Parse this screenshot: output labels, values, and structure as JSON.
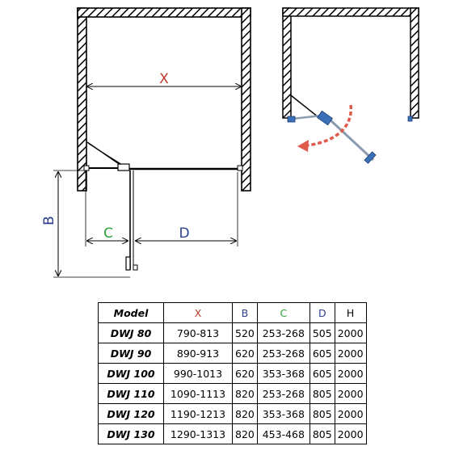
{
  "colors": {
    "x": "#c0392b",
    "b": "#2c3e8c",
    "c": "#2e9e3a",
    "d": "#2c3e8c",
    "h": "#000000",
    "arrow": "#e05a4a",
    "hinge": "#3b6fb8",
    "line": "#000000"
  },
  "diagram": {
    "label_x": "X",
    "label_b": "B",
    "label_c": "C",
    "label_d": "D"
  },
  "table": {
    "headers": [
      "Model",
      "X",
      "B",
      "C",
      "D",
      "H"
    ],
    "rows": [
      [
        "DWJ 80",
        "790-813",
        "520",
        "253-268",
        "505",
        "2000"
      ],
      [
        "DWJ 90",
        "890-913",
        "620",
        "253-268",
        "605",
        "2000"
      ],
      [
        "DWJ 100",
        "990-1013",
        "620",
        "353-368",
        "605",
        "2000"
      ],
      [
        "DWJ 110",
        "1090-1113",
        "820",
        "253-268",
        "805",
        "2000"
      ],
      [
        "DWJ 120",
        "1190-1213",
        "820",
        "353-368",
        "805",
        "2000"
      ],
      [
        "DWJ 130",
        "1290-1313",
        "820",
        "453-468",
        "805",
        "2000"
      ]
    ]
  }
}
